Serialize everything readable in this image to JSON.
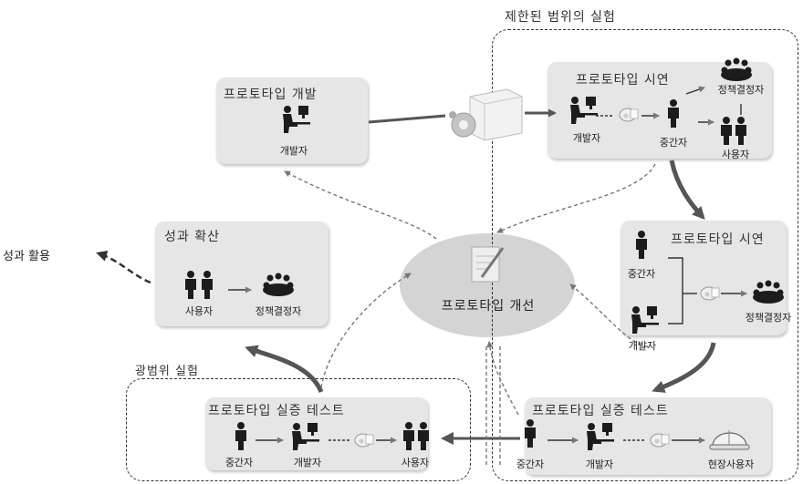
{
  "regions": {
    "limited": "제한된 범위의 실험",
    "wide": "광범위 실험"
  },
  "hub": {
    "label": "프로토타입 개선"
  },
  "outcome": {
    "label": "성과 활용"
  },
  "boxes": {
    "dev": {
      "title": "프로토타입 개발",
      "developer": "개발자"
    },
    "demo1": {
      "title": "프로토타입 시연",
      "developer": "개발자",
      "intermediary": "중간자",
      "policymaker": "정책결정자",
      "user": "사용자"
    },
    "demo2": {
      "title": "프로토타입 시연",
      "intermediary": "중간자",
      "developer": "개발자",
      "policymaker": "정책결정자"
    },
    "test_right": {
      "title": "프로토타입 실증 테스트",
      "intermediary": "중간자",
      "developer": "개발자",
      "field_user": "현장사용자"
    },
    "test_left": {
      "title": "프로토타입 실증 테스트",
      "intermediary": "중간자",
      "developer": "개발자",
      "user": "사용자"
    },
    "spread": {
      "title": "성과 확산",
      "user": "사용자",
      "policymaker": "정책결정자"
    }
  },
  "colors": {
    "box": "#e6e6e6",
    "hub": "#d4d4d4",
    "flow_arrow": "#555555",
    "feedback_arrow": "#777777",
    "icon": "#1c1c1c"
  }
}
